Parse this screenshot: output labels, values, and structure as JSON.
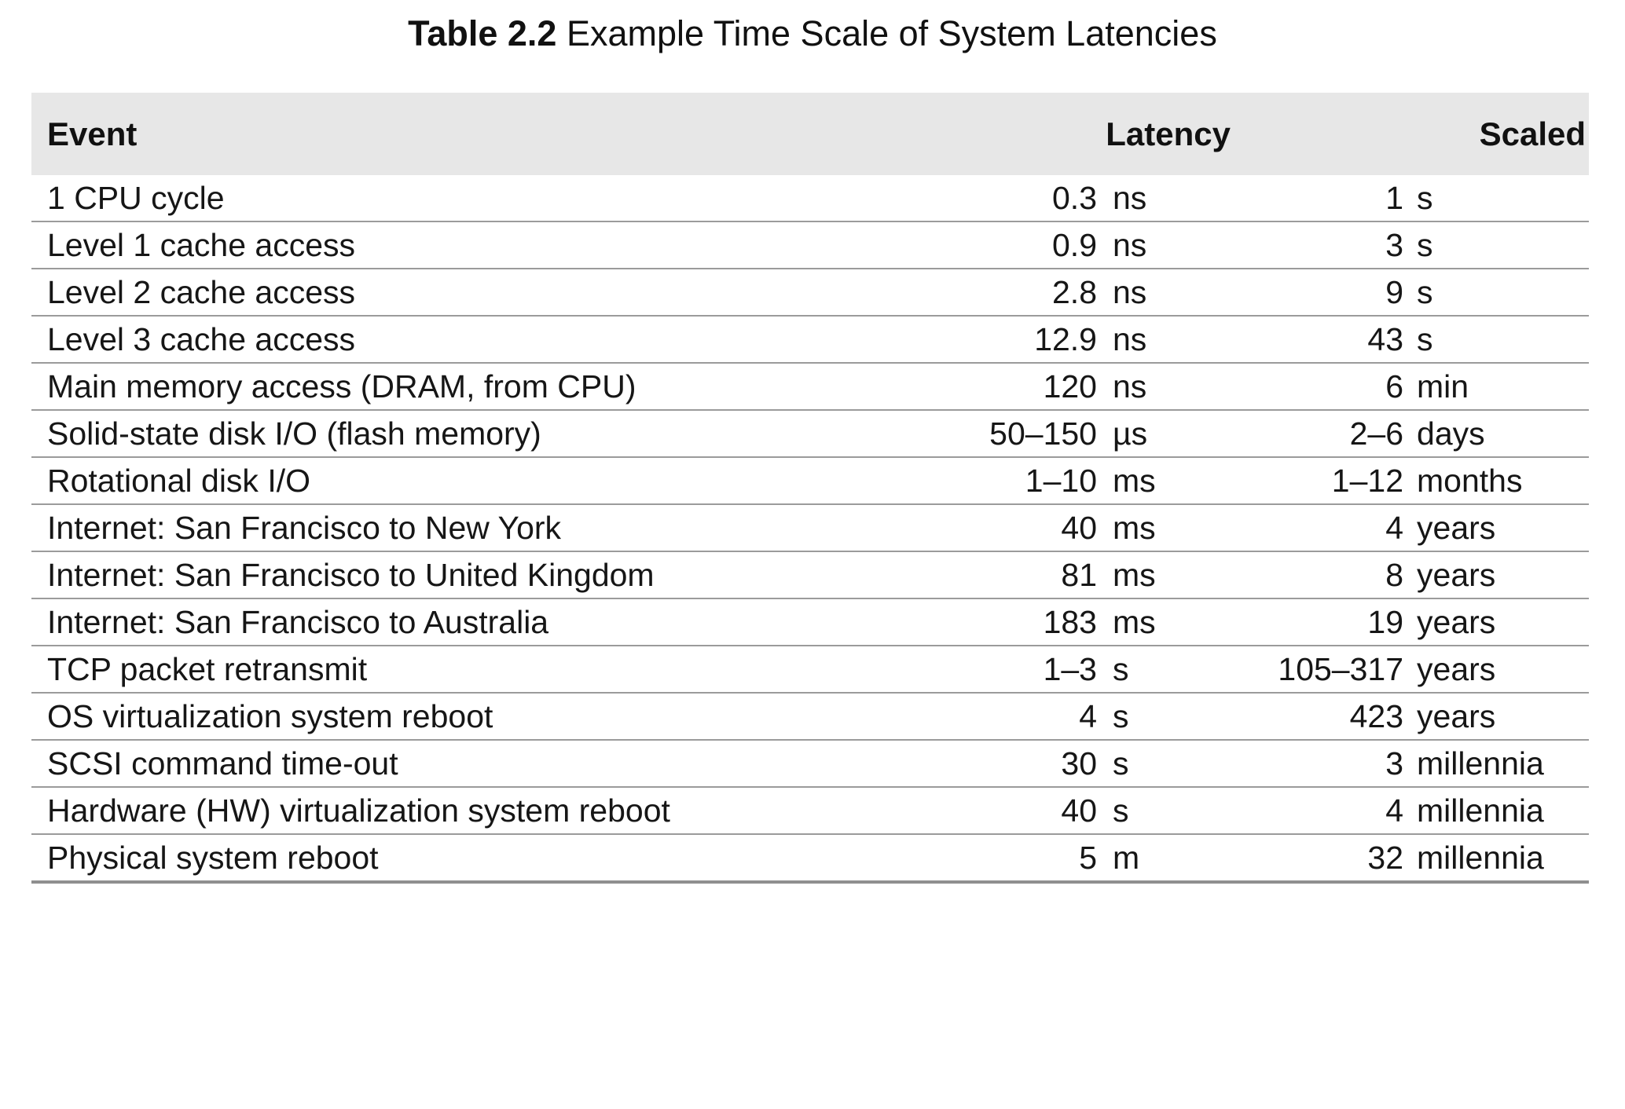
{
  "caption": {
    "label": "Table 2.2",
    "text": "Example Time Scale of System Latencies"
  },
  "table": {
    "columns": {
      "event": "Event",
      "latency": "Latency",
      "scaled": "Scaled"
    },
    "rows": [
      {
        "event": "1 CPU cycle",
        "latency_value": "0.3",
        "latency_unit": "ns",
        "scaled_value": "1",
        "scaled_unit": "s"
      },
      {
        "event": "Level 1 cache access",
        "latency_value": "0.9",
        "latency_unit": "ns",
        "scaled_value": "3",
        "scaled_unit": "s"
      },
      {
        "event": "Level 2 cache access",
        "latency_value": "2.8",
        "latency_unit": "ns",
        "scaled_value": "9",
        "scaled_unit": "s"
      },
      {
        "event": "Level 3 cache access",
        "latency_value": "12.9",
        "latency_unit": "ns",
        "scaled_value": "43",
        "scaled_unit": "s"
      },
      {
        "event": "Main memory access (DRAM, from CPU)",
        "latency_value": "120",
        "latency_unit": "ns",
        "scaled_value": "6",
        "scaled_unit": "min"
      },
      {
        "event": "Solid-state disk I/O (flash memory)",
        "latency_value": "50–150",
        "latency_unit": "µs",
        "scaled_value": "2–6",
        "scaled_unit": "days"
      },
      {
        "event": "Rotational disk I/O",
        "latency_value": "1–10",
        "latency_unit": "ms",
        "scaled_value": "1–12",
        "scaled_unit": "months"
      },
      {
        "event": "Internet: San Francisco to New York",
        "latency_value": "40",
        "latency_unit": "ms",
        "scaled_value": "4",
        "scaled_unit": "years"
      },
      {
        "event": "Internet: San Francisco to United Kingdom",
        "latency_value": "81",
        "latency_unit": "ms",
        "scaled_value": "8",
        "scaled_unit": "years"
      },
      {
        "event": "Internet: San Francisco to Australia",
        "latency_value": "183",
        "latency_unit": "ms",
        "scaled_value": "19",
        "scaled_unit": "years"
      },
      {
        "event": "TCP packet retransmit",
        "latency_value": "1–3",
        "latency_unit": "s",
        "scaled_value": "105–317",
        "scaled_unit": "years"
      },
      {
        "event": "OS virtualization system reboot",
        "latency_value": "4",
        "latency_unit": "s",
        "scaled_value": "423",
        "scaled_unit": "years"
      },
      {
        "event": "SCSI command time-out",
        "latency_value": "30",
        "latency_unit": "s",
        "scaled_value": "3",
        "scaled_unit": "millennia"
      },
      {
        "event": "Hardware (HW) virtualization system reboot",
        "latency_value": "40",
        "latency_unit": "s",
        "scaled_value": "4",
        "scaled_unit": "millennia"
      },
      {
        "event": "Physical system reboot",
        "latency_value": "5",
        "latency_unit": "m",
        "scaled_value": "32",
        "scaled_unit": "millennia"
      }
    ]
  },
  "colors": {
    "header_band": "#e7e7e7",
    "rule": "#9b9b9b",
    "text": "#161616",
    "page_background": "#ffffff"
  }
}
